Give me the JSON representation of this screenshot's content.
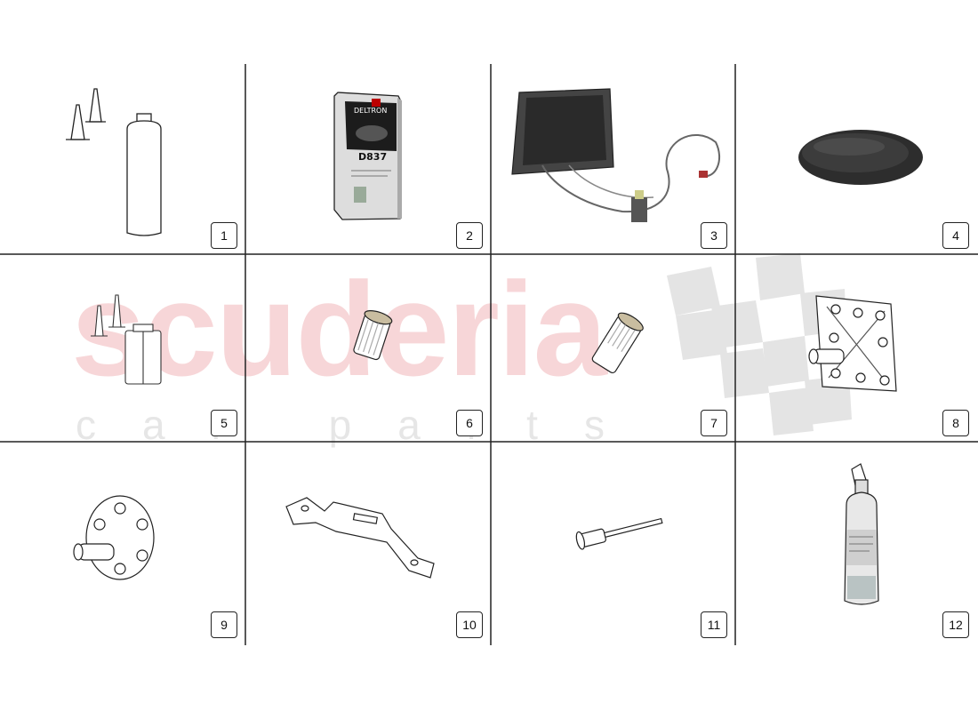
{
  "watermark": {
    "main": "scuderia",
    "sub": "car parts"
  },
  "parts": [
    {
      "label": "1",
      "icon": "sealant-cartridge-icon"
    },
    {
      "label": "2",
      "icon": "deltron-tin-icon",
      "can_brand": "DELTRON",
      "can_code": "D837"
    },
    {
      "label": "3",
      "icon": "heating-pad-icon"
    },
    {
      "label": "4",
      "icon": "carbon-disc-icon"
    },
    {
      "label": "5",
      "icon": "twin-cartridge-icon"
    },
    {
      "label": "6",
      "icon": "rivet-nut-icon"
    },
    {
      "label": "7",
      "icon": "rivet-nut-long-icon"
    },
    {
      "label": "8",
      "icon": "square-stud-base-icon"
    },
    {
      "label": "9",
      "icon": "round-stud-base-icon"
    },
    {
      "label": "10",
      "icon": "bracket-icon"
    },
    {
      "label": "11",
      "icon": "blind-rivet-icon"
    },
    {
      "label": "12",
      "icon": "extinguisher-icon"
    }
  ]
}
